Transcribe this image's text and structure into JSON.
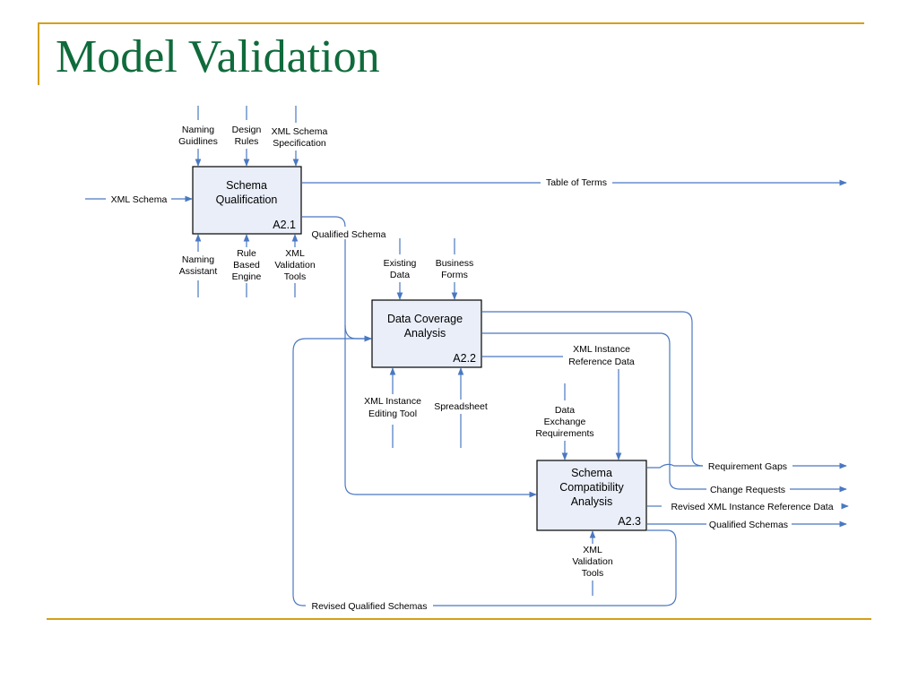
{
  "slide": {
    "title": "Model Validation"
  },
  "activities": {
    "a21": {
      "name_lines": [
        "Schema",
        "Qualification"
      ],
      "id": "A2.1"
    },
    "a22": {
      "name_lines": [
        "Data Coverage",
        "Analysis"
      ],
      "id": "A2.2"
    },
    "a23": {
      "name_lines": [
        "Schema",
        "Compatibility",
        "Analysis"
      ],
      "id": "A2.3"
    }
  },
  "flows": {
    "naming_guidlines": [
      "Naming",
      "Guidlines"
    ],
    "design_rules": [
      "Design",
      "Rules"
    ],
    "xml_schema_spec": [
      "XML Schema",
      "Specification"
    ],
    "xml_schema": "XML Schema",
    "table_of_terms": "Table of Terms",
    "qualified_schema": "Qualified Schema",
    "naming_assistant": [
      "Naming",
      "Assistant"
    ],
    "rule_based_engine": [
      "Rule",
      "Based",
      "Engine"
    ],
    "xml_validation_tools_1": [
      "XML",
      "Validation",
      "Tools"
    ],
    "existing_data": [
      "Existing",
      "Data"
    ],
    "business_forms": [
      "Business",
      "Forms"
    ],
    "xml_instance_ref_data": [
      "XML Instance",
      "Reference Data"
    ],
    "xml_instance_editing_tool": [
      "XML Instance",
      "Editing Tool"
    ],
    "spreadsheet": "Spreadsheet",
    "data_exchange_req": [
      "Data",
      "Exchange",
      "Requirements"
    ],
    "requirement_gaps": "Requirement Gaps",
    "change_requests": "Change Requests",
    "revised_xml_instance_ref_data": "Revised XML Instance Reference Data",
    "qualified_schemas": "Qualified Schemas",
    "xml_validation_tools_2": [
      "XML",
      "Validation",
      "Tools"
    ],
    "revised_qualified_schemas": "Revised Qualified Schemas"
  },
  "colors": {
    "title": "#0f6b3b",
    "rule": "#d4a017",
    "wire": "#4a78c2",
    "box_fill": "#e9eef8"
  }
}
